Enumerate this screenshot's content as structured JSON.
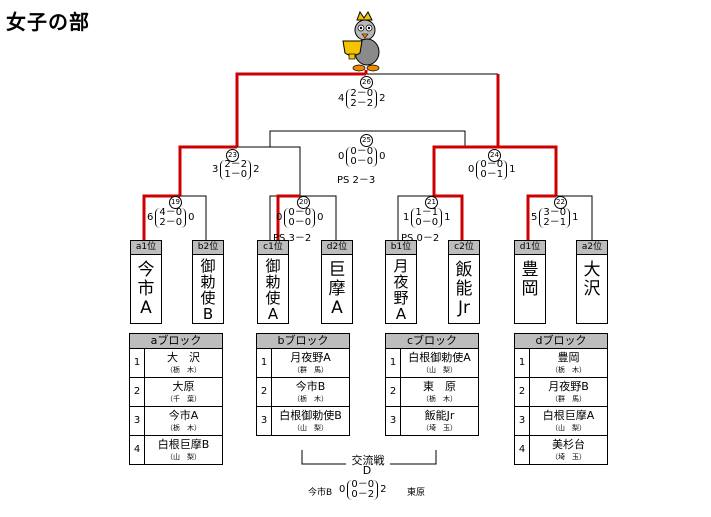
{
  "title": "女子の部",
  "matches": {
    "m26": {
      "no": "26",
      "left": "4",
      "right": "2",
      "sets": [
        "2－0",
        "2－2"
      ]
    },
    "m25": {
      "no": "25",
      "left": "0",
      "right": "0",
      "sets": [
        "0－0",
        "0－0"
      ],
      "ps": "PS 2－3"
    },
    "m23": {
      "no": "23",
      "left": "3",
      "right": "2",
      "sets": [
        "2－2",
        "1－0"
      ]
    },
    "m24": {
      "no": "24",
      "left": "0",
      "right": "1",
      "sets": [
        "0－0",
        "0－1"
      ]
    },
    "m19": {
      "no": "19",
      "left": "6",
      "right": "0",
      "sets": [
        "4－0",
        "2－0"
      ]
    },
    "m20": {
      "no": "20",
      "left": "0",
      "right": "0",
      "sets": [
        "0－0",
        "0－0"
      ],
      "ps": "PS 3－2"
    },
    "m21": {
      "no": "21",
      "left": "1",
      "right": "1",
      "sets": [
        "1－1",
        "0－0"
      ],
      "ps": "PS 0－2"
    },
    "m22": {
      "no": "22",
      "left": "5",
      "right": "1",
      "sets": [
        "3－0",
        "2－1"
      ]
    }
  },
  "teams": [
    {
      "pos": "a1位",
      "name": [
        "今",
        "市",
        "A"
      ]
    },
    {
      "pos": "b2位",
      "name": [
        "御",
        "勅",
        "使",
        "B"
      ]
    },
    {
      "pos": "c1位",
      "name": [
        "御",
        "勅",
        "使",
        "A"
      ]
    },
    {
      "pos": "d2位",
      "name": [
        "巨",
        "摩",
        "A"
      ]
    },
    {
      "pos": "b1位",
      "name": [
        "月",
        "夜",
        "野",
        "A"
      ]
    },
    {
      "pos": "c2位",
      "name": [
        "飯",
        "能",
        "Jr"
      ]
    },
    {
      "pos": "d1位",
      "name": [
        "豊",
        "岡"
      ]
    },
    {
      "pos": "a2位",
      "name": [
        "大",
        "沢"
      ]
    }
  ],
  "blocks": [
    {
      "title": "aブロック",
      "rows": [
        {
          "rank": "1",
          "team": "大　沢",
          "pref": "（栃　木）"
        },
        {
          "rank": "2",
          "team": "大原",
          "pref": "（千　葉）"
        },
        {
          "rank": "3",
          "team": "今市A",
          "pref": "（栃　木）"
        },
        {
          "rank": "4",
          "team": "白根巨摩B",
          "pref": "（山　梨）"
        }
      ]
    },
    {
      "title": "bブロック",
      "rows": [
        {
          "rank": "1",
          "team": "月夜野A",
          "pref": "（群　馬）"
        },
        {
          "rank": "2",
          "team": "今市B",
          "pref": "（栃　木）"
        },
        {
          "rank": "3",
          "team": "白根御勅使B",
          "pref": "（山　梨）"
        }
      ]
    },
    {
      "title": "cブロック",
      "rows": [
        {
          "rank": "1",
          "team": "白根御勅使A",
          "pref": "（山　梨）"
        },
        {
          "rank": "2",
          "team": "東　原",
          "pref": "（栃　木）"
        },
        {
          "rank": "3",
          "team": "飯能Jr",
          "pref": "（埼　玉）"
        }
      ]
    },
    {
      "title": "dブロック",
      "rows": [
        {
          "rank": "1",
          "team": "豊岡",
          "pref": "（栃　木）"
        },
        {
          "rank": "2",
          "team": "月夜野B",
          "pref": "（群　馬）"
        },
        {
          "rank": "3",
          "team": "白根巨摩A",
          "pref": "（山　梨）"
        },
        {
          "rank": "4",
          "team": "美杉台",
          "pref": "（埼　玉）"
        }
      ]
    }
  ],
  "exchange": {
    "label": "交流戦",
    "match": "D",
    "left_team": "今市B",
    "right_team": "東原",
    "left": "0",
    "right": "2",
    "sets": [
      "0－0",
      "0－2"
    ]
  }
}
